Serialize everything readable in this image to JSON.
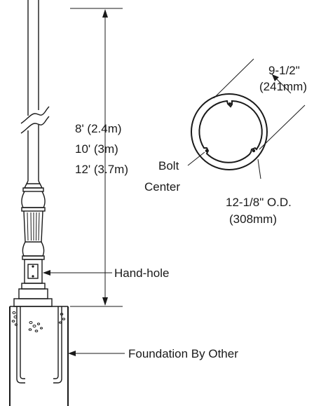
{
  "labels": {
    "height_1": "8' (2.4m)",
    "height_2": "10' (3m)",
    "height_3": "12' (3.7m)",
    "hand_hole": "Hand-hole",
    "foundation": "Foundation By Other",
    "bolt_circle_in": "9-1/2\"",
    "bolt_circle_mm": "(241mm)",
    "bolt_center_1": "Bolt",
    "bolt_center_2": "Center",
    "od_in": "12-1/8\" O.D.",
    "od_mm": "(308mm)"
  }
}
